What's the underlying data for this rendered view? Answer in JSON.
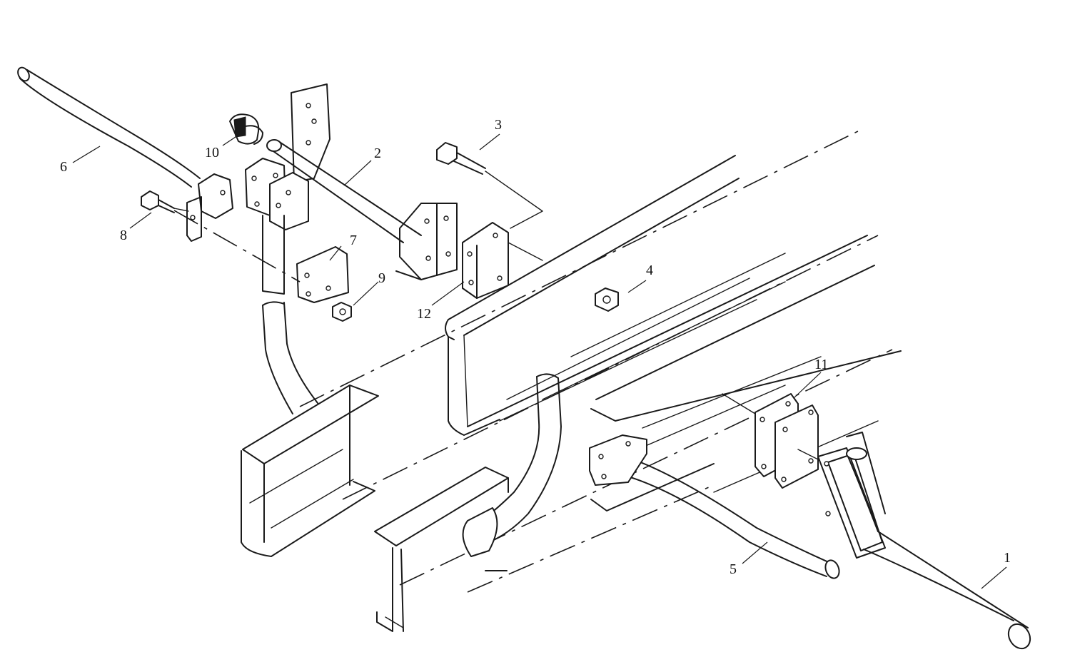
{
  "diagram": {
    "type": "exploded parts drawing",
    "callouts": [
      {
        "id": "c1",
        "text": "1"
      },
      {
        "id": "c2",
        "text": "2"
      },
      {
        "id": "c3",
        "text": "3"
      },
      {
        "id": "c4",
        "text": "4"
      },
      {
        "id": "c5",
        "text": "5"
      },
      {
        "id": "c6",
        "text": "6"
      },
      {
        "id": "c7",
        "text": "7"
      },
      {
        "id": "c8",
        "text": "8"
      },
      {
        "id": "c9",
        "text": "9"
      },
      {
        "id": "c10",
        "text": "10"
      },
      {
        "id": "c11",
        "text": "11"
      },
      {
        "id": "c12",
        "text": "12"
      }
    ]
  },
  "colors": {
    "ink": "#1a1a1a",
    "paper": "#ffffff"
  }
}
